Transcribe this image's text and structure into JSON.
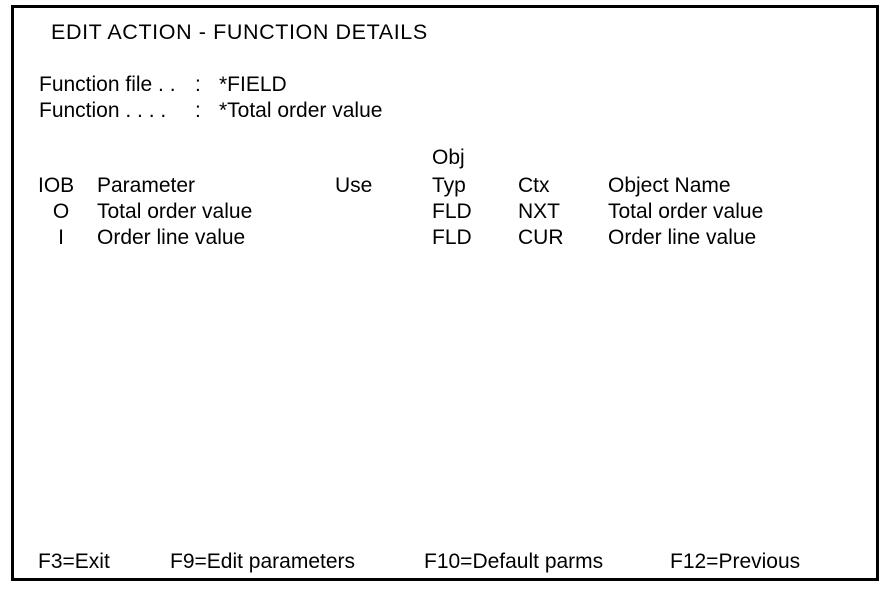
{
  "screen": {
    "title": "EDIT ACTION - FUNCTION DETAILS"
  },
  "prompts": [
    {
      "label": "Function file . .",
      "separator": ":",
      "value": "*FIELD"
    },
    {
      "label": "Function . . . .",
      "separator": ":",
      "value": "*Total order value"
    }
  ],
  "list": {
    "group_header": "Obj",
    "columns": {
      "iob": "IOB",
      "parameter": "Parameter",
      "use": "Use",
      "obj_typ": "Typ",
      "ctx": "Ctx",
      "object_name": "Object Name"
    },
    "rows": [
      {
        "iob": "O",
        "parameter": "Total order value",
        "use": "",
        "obj_typ": "FLD",
        "ctx": "NXT",
        "object_name": "Total order value"
      },
      {
        "iob": "I",
        "parameter": "Order line value",
        "use": "",
        "obj_typ": "FLD",
        "ctx": "CUR",
        "object_name": "Order line value"
      }
    ]
  },
  "function_keys": [
    {
      "label": "F3=Exit"
    },
    {
      "label": "F9=Edit parameters"
    },
    {
      "label": "F10=Default parms"
    },
    {
      "label": "F12=Previous"
    }
  ],
  "colors": {
    "background": "#ffffff",
    "text": "#000000",
    "border": "#000000"
  }
}
